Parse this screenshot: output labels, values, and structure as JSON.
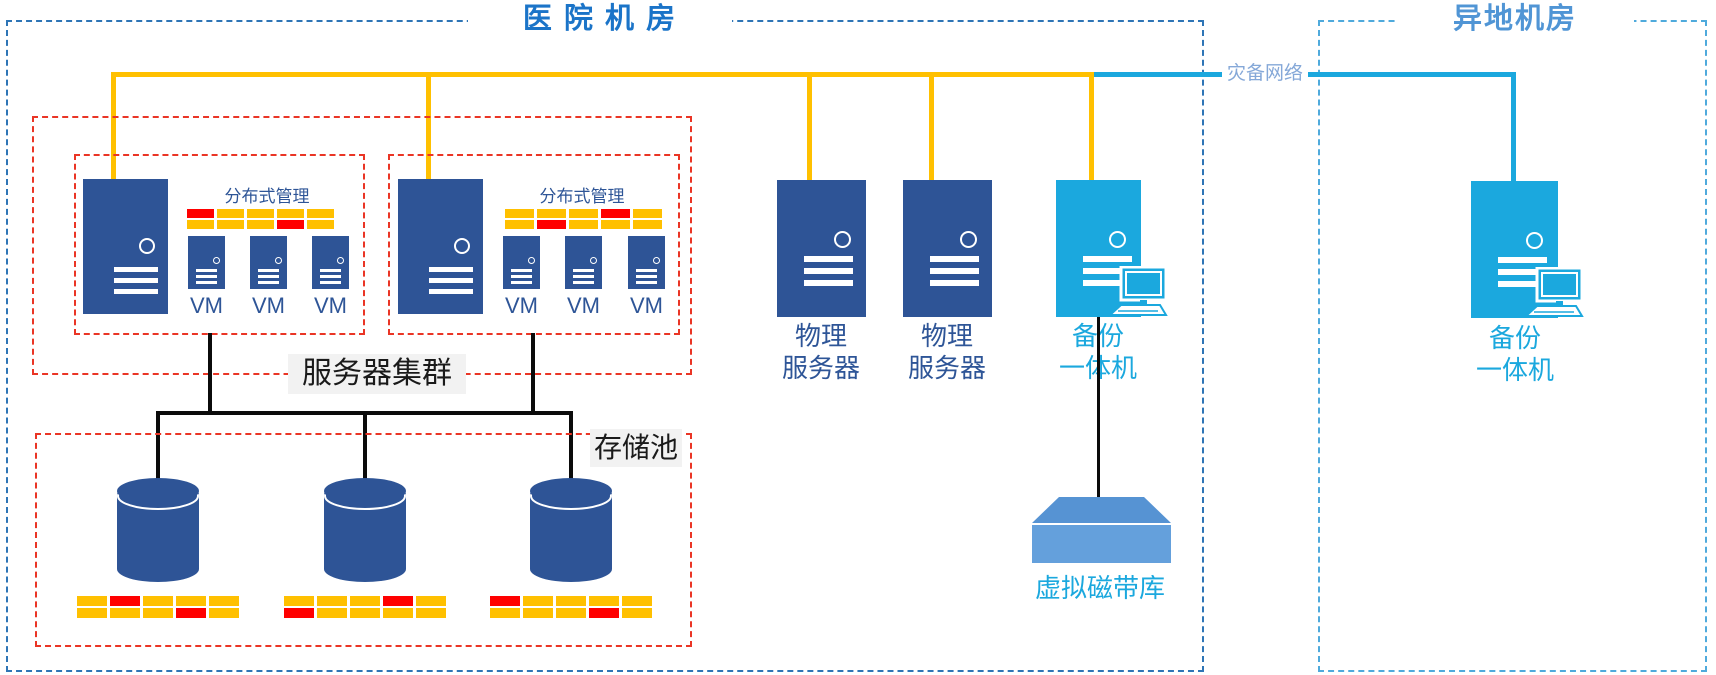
{
  "hospital_room": {
    "title": "医 院 机 房"
  },
  "remote_room": {
    "title": "异地机房"
  },
  "network": {
    "dr_label": "灾备网络"
  },
  "cluster_group_label": "服务器集群",
  "clusters": [
    {
      "mgmt_label": "分布式管理",
      "vm_labels": [
        "VM",
        "VM",
        "VM"
      ],
      "blocks": [
        [
          "red",
          "yellow",
          "yellow",
          "yellow",
          "yellow"
        ],
        [
          "yellow",
          "yellow",
          "yellow",
          "red",
          "yellow"
        ]
      ]
    },
    {
      "mgmt_label": "分布式管理",
      "vm_labels": [
        "VM",
        "VM",
        "VM"
      ],
      "blocks": [
        [
          "yellow",
          "yellow",
          "yellow",
          "red",
          "yellow"
        ],
        [
          "yellow",
          "red",
          "yellow",
          "yellow",
          "yellow"
        ]
      ]
    }
  ],
  "storage_pool": {
    "label": "存储池",
    "disk_blocks": [
      [
        [
          "yellow",
          "red",
          "yellow",
          "yellow",
          "yellow"
        ],
        [
          "yellow",
          "yellow",
          "yellow",
          "red",
          "yellow"
        ]
      ],
      [
        [
          "yellow",
          "yellow",
          "yellow",
          "red",
          "yellow"
        ],
        [
          "red",
          "yellow",
          "yellow",
          "yellow",
          "yellow"
        ]
      ],
      [
        [
          "red",
          "yellow",
          "yellow",
          "yellow",
          "yellow"
        ],
        [
          "yellow",
          "yellow",
          "yellow",
          "red",
          "yellow"
        ]
      ]
    ]
  },
  "physical_servers": [
    {
      "line1": "物理",
      "line2": "服务器"
    },
    {
      "line1": "物理",
      "line2": "服务器"
    }
  ],
  "backup_appliance": {
    "line1": "备份",
    "line2": "一体机"
  },
  "tape_library": {
    "label": "虚拟磁带库"
  },
  "remote_backup_appliance": {
    "line1": "备份",
    "line2": "一体机"
  },
  "colors": {
    "yellow": "#FFC000",
    "red": "#FF0000",
    "navy": "#2E5496",
    "cyan": "#1BA8DE",
    "tape_top": "#5693D3",
    "tape_body": "#64A0DC",
    "hospital_border": "#2E75B6",
    "remote_border": "#4FAADC",
    "red_border": "#EA3525",
    "hospital_title": "#1B74C8",
    "remote_title": "#5095D5"
  }
}
